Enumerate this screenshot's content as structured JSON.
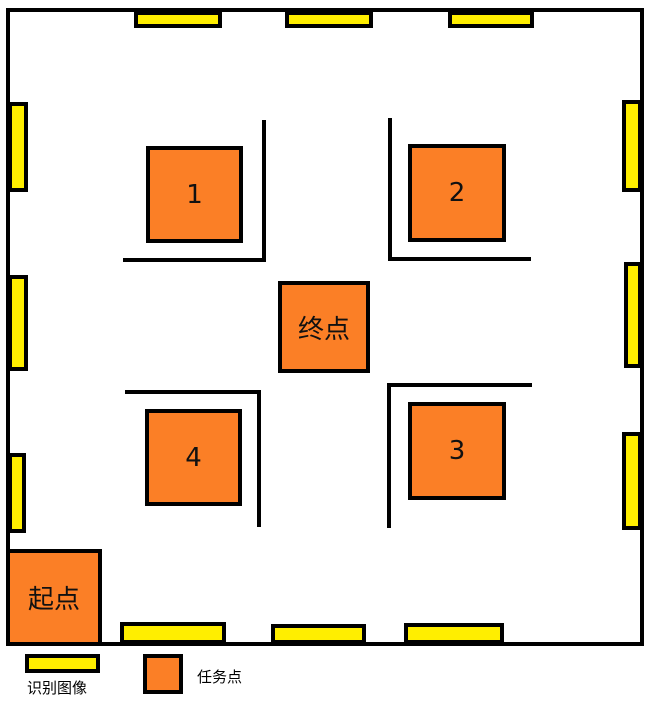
{
  "colors": {
    "image_marker": "#ffee00",
    "task_point": "#fb7f26",
    "wall": "#000000"
  },
  "task_points": [
    {
      "id": "task-1",
      "label": "1"
    },
    {
      "id": "task-2",
      "label": "2"
    },
    {
      "id": "task-3",
      "label": "3"
    },
    {
      "id": "task-4",
      "label": "4"
    }
  ],
  "end_point": {
    "label": "终点"
  },
  "start_point": {
    "label": "起点"
  },
  "legend": {
    "image_marker_label": "识别图像",
    "task_point_label": "任务点"
  }
}
